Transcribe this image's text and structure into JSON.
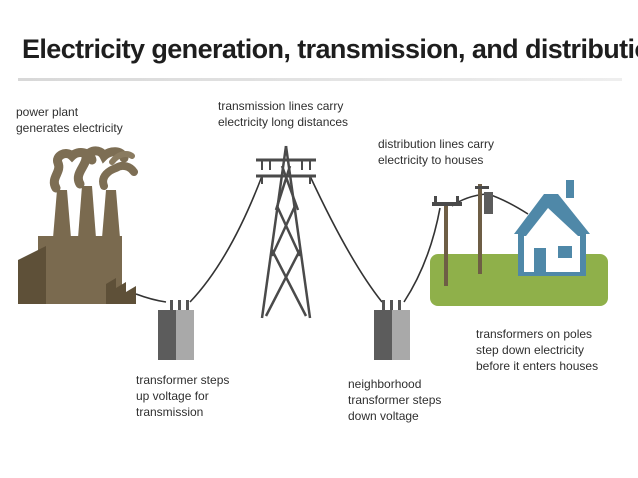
{
  "title": "Electricity generation, transmission, and distribution",
  "labels": {
    "power_plant": [
      "power plant",
      "generates electricity"
    ],
    "transmission_lines": [
      "transmission lines carry",
      "electricity long distances"
    ],
    "distribution_lines": [
      "distribution lines carry",
      "electricity to houses"
    ],
    "step_up_transformer": [
      "transformer steps",
      "up voltage for",
      "transmission"
    ],
    "neighborhood_transformer": [
      "neighborhood",
      "transformer steps",
      "down voltage"
    ],
    "pole_transformers": [
      "transformers on poles",
      "step down electricity",
      "before it enters houses"
    ]
  },
  "colors": {
    "plant_brown": "#7a6a4f",
    "plant_dark": "#5e5038",
    "smoke": "#7d6e54",
    "tower_gray": "#4a4a4a",
    "transformer_dark": "#5c5c5c",
    "transformer_light": "#a9a9a9",
    "grass_green": "#8fb04a",
    "house_blue": "#4f88a8",
    "house_white": "#ffffff",
    "pole_brown": "#6e5e45"
  }
}
